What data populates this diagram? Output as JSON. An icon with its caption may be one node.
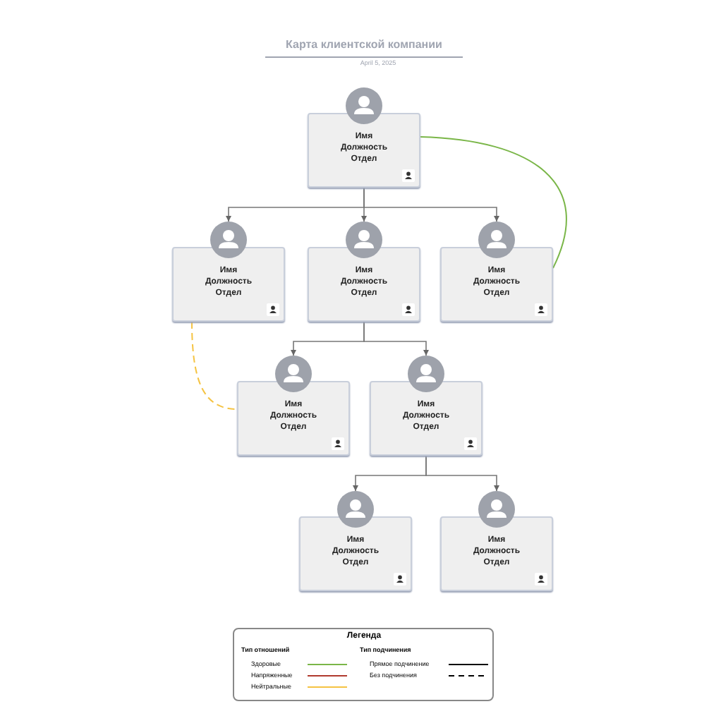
{
  "diagram": {
    "title": "Карта клиентской компании",
    "nodes": [
      {
        "text": [
          "Имя",
          "Должность",
          "Отдел"
        ]
      },
      {
        "text": [
          "Имя",
          "Должность",
          "Отдел"
        ]
      },
      {
        "text": [
          "Имя",
          "Должность",
          "Отдел"
        ]
      },
      {
        "text": [
          "Имя",
          "Должность",
          "Отдел"
        ]
      },
      {
        "text": [
          "Имя",
          "Должность",
          "Отдел"
        ]
      },
      {
        "text": [
          "Имя",
          "Должность",
          "Отдел"
        ]
      },
      {
        "text": [
          "Имя",
          "Должность",
          "Отдел"
        ]
      },
      {
        "text": [
          "Имя",
          "Должность",
          "Отдел"
        ]
      }
    ],
    "edges": [
      {
        "from": 0,
        "to": 1,
        "arrow": "to"
      },
      {
        "from": 0,
        "to": 2,
        "arrow": "to"
      },
      {
        "from": 0,
        "to": 3,
        "arrow": "to"
      },
      {
        "from": 2,
        "to": 4,
        "arrow": "to"
      },
      {
        "from": 2,
        "to": 5,
        "arrow": "to"
      },
      {
        "from": 5,
        "to": 6,
        "arrow": "to"
      },
      {
        "from": 5,
        "to": 7,
        "arrow": "to"
      },
      {
        "from": 0,
        "to": 3,
        "arrow": "none",
        "color": "#7ab648"
      },
      {
        "from": 1,
        "to": 4,
        "arrow": "none",
        "style": "dashed",
        "color": "#f5c342"
      }
    ],
    "labels": [
      "April 5, 2025",
      "Легенда",
      "Тип отношений",
      "Тип подчинения"
    ],
    "legend": [
      {
        "text": "Здоровые"
      },
      {
        "text": "Напряженные"
      },
      {
        "text": "Нейтральные"
      },
      {
        "text": "Прямое подчинение"
      },
      {
        "text": "Без подчинения"
      }
    ]
  }
}
